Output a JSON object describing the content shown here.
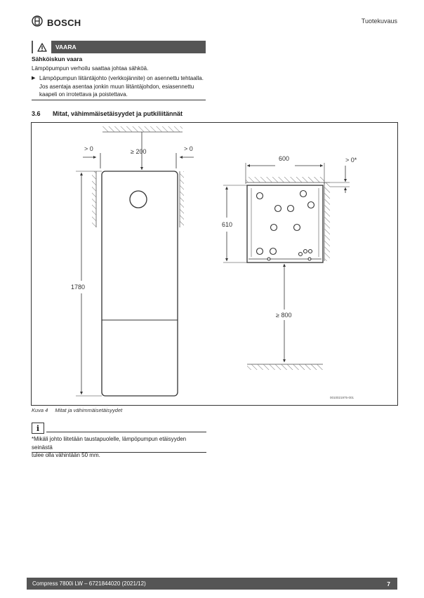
{
  "header": {
    "brand": "BOSCH",
    "brand_icon": "bosch-armature-icon",
    "section": "Tuotekuvaus"
  },
  "warning": {
    "label": "VAARA",
    "title": "Sähköiskun vaara",
    "text": "Lämpöpumpun verhoilu saattaa johtaa sähköä.",
    "bullet_line1": "Lämpöpumpun liitäntäjohto (verkkojännite) on asennettu tehtaalla.",
    "bullet_line2": "Jos asentaja asentaa jonkin muun liitäntäjohdon, esiasennettu",
    "bullet_line3": "kaapeli on irrotettava ja poistettava.",
    "icon": "warning-triangle-icon"
  },
  "section": {
    "number": "3.6",
    "title": "Mitat, vähimmäisetäisyydet ja putkiliitännät"
  },
  "figure": {
    "dim_left_gap": "> 0",
    "dim_top_gap": "≥ 200",
    "dim_right_gap": "> 0",
    "dim_height": "1780",
    "dim_width": "600",
    "dim_depth": "610",
    "dim_front_gap": "≥ 800",
    "dim_rear_gap": "> 0*",
    "code": "0010021975-001",
    "caption_number": "Kuva 4",
    "caption_text": "Mitat ja vähimmäisetäisyydet"
  },
  "info": {
    "icon": "info-icon",
    "letter": "i",
    "line1": "*Mikäli johto liitetään taustapuolelle, lämpöpumpun etäisyyden seinästä",
    "line2": "tulee olla vähintään 50 mm."
  },
  "footer": {
    "product": "Compress 7800i LW – 6721844020 (2021/12)",
    "page": "7"
  }
}
